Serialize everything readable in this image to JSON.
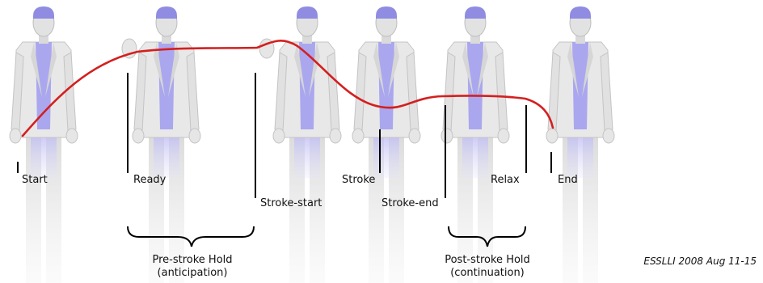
{
  "phases": {
    "start": "Start",
    "ready": "Ready",
    "stroke_start": "Stroke-start",
    "stroke": "Stroke",
    "stroke_end": "Stroke-end",
    "relax": "Relax",
    "end": "End"
  },
  "holds": {
    "pre_stroke_line1": "Pre-stroke Hold",
    "pre_stroke_line2": "(anticipation)",
    "post_stroke_line1": "Post-stroke Hold",
    "post_stroke_line2": "(continuation)"
  },
  "footer": "ESSLLI 2008 Aug 11-15",
  "colors": {
    "trajectory": "#d41f1f",
    "jacket": "#e6e6e6",
    "shirt": "#a9a6ee",
    "cap": "#8d8ae0"
  }
}
